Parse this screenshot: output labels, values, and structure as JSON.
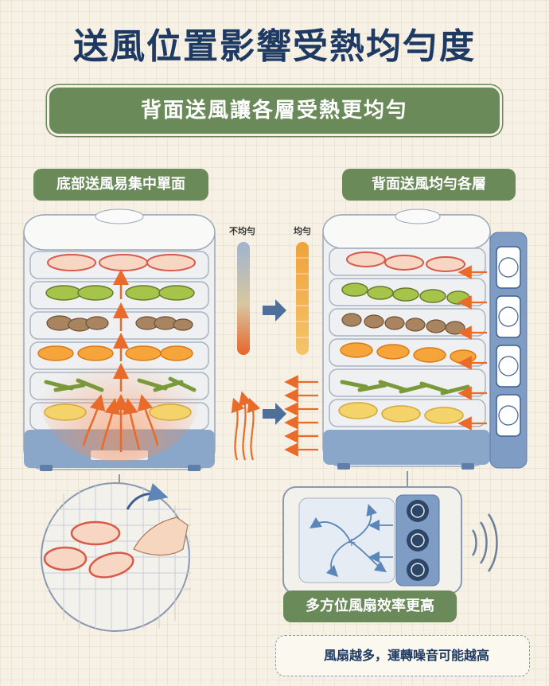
{
  "title": "送風位置影響受熱均勻度",
  "subtitle": "背面送風讓各層受熱更均勻",
  "left_panel": {
    "label": "底部送風易集中單面"
  },
  "right_panel": {
    "label": "背面送風均勻各層"
  },
  "gauges": {
    "uneven": "不均勻",
    "even": "均勻"
  },
  "fan_caption": "多方位風扇效率更高",
  "note": {
    "text": "風扇越多，運轉噪音可能越高",
    "icon": "exclamation-icon"
  },
  "colors": {
    "green": "#6a8a5a",
    "navy": "#1e3a63",
    "dryer_blue": "#7f9dc4",
    "arrow_orange": "#ea6a2a"
  }
}
